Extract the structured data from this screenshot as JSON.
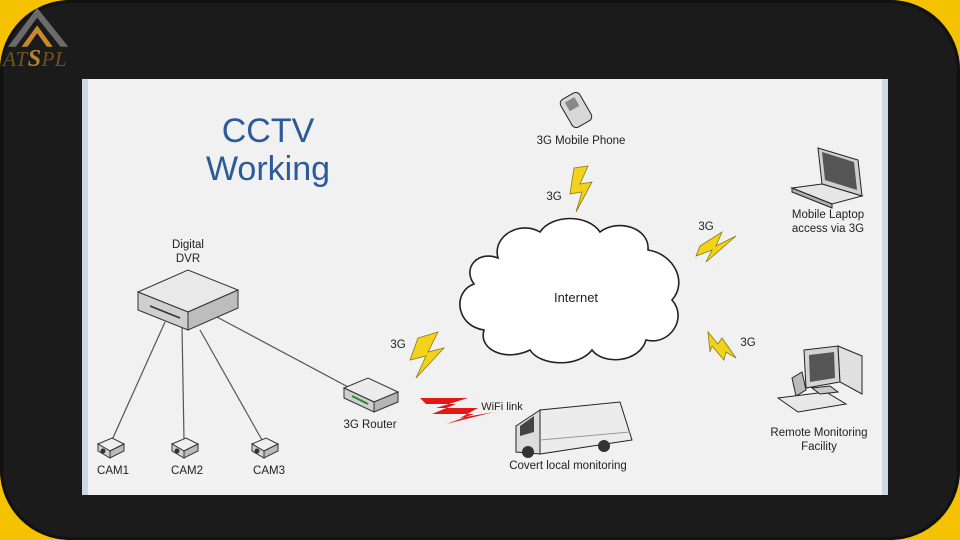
{
  "logo": {
    "text_part1": "AT",
    "text_part2": "S",
    "text_part3": "PL"
  },
  "diagram": {
    "title_line1": "CCTV",
    "title_line2": "Working",
    "nodes": {
      "dvr": "Digital\nDVR",
      "router": "3G Router",
      "cam1": "CAM1",
      "cam2": "CAM2",
      "cam3": "CAM3",
      "internet": "Internet",
      "phone": "3G Mobile Phone",
      "laptop": "Mobile Laptop\naccess via 3G",
      "remote": "Remote Monitoring\nFacility",
      "van": "Covert local monitoring"
    },
    "links": {
      "router_3g": "3G",
      "phone_3g": "3G",
      "laptop_3g": "3G",
      "remote_3g": "3G",
      "wifi": "WiFi link"
    }
  },
  "colors": {
    "frame_accent": "#f5c200",
    "frame_bg": "#1b1b1b",
    "title": "#2b5a9a",
    "bolt": "#f2d21b",
    "wifi": "#e01818"
  }
}
